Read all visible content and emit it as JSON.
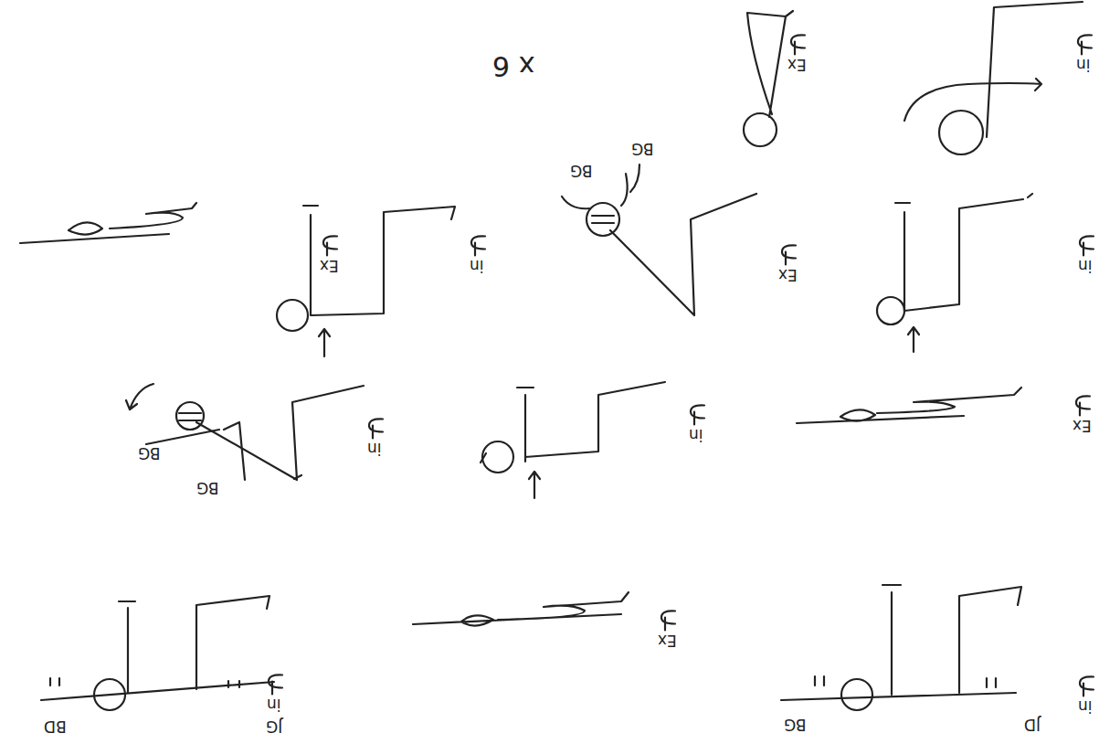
{
  "diagram": {
    "labels": [
      "x 6",
      "Ex",
      "in",
      "BG",
      "BG",
      "in",
      "Ex",
      "in",
      "Ex",
      "Ex",
      "in",
      "in",
      "BG",
      "BG",
      "in",
      "JD",
      "BG",
      "Ex",
      "in",
      "JG",
      "BD"
    ]
  }
}
